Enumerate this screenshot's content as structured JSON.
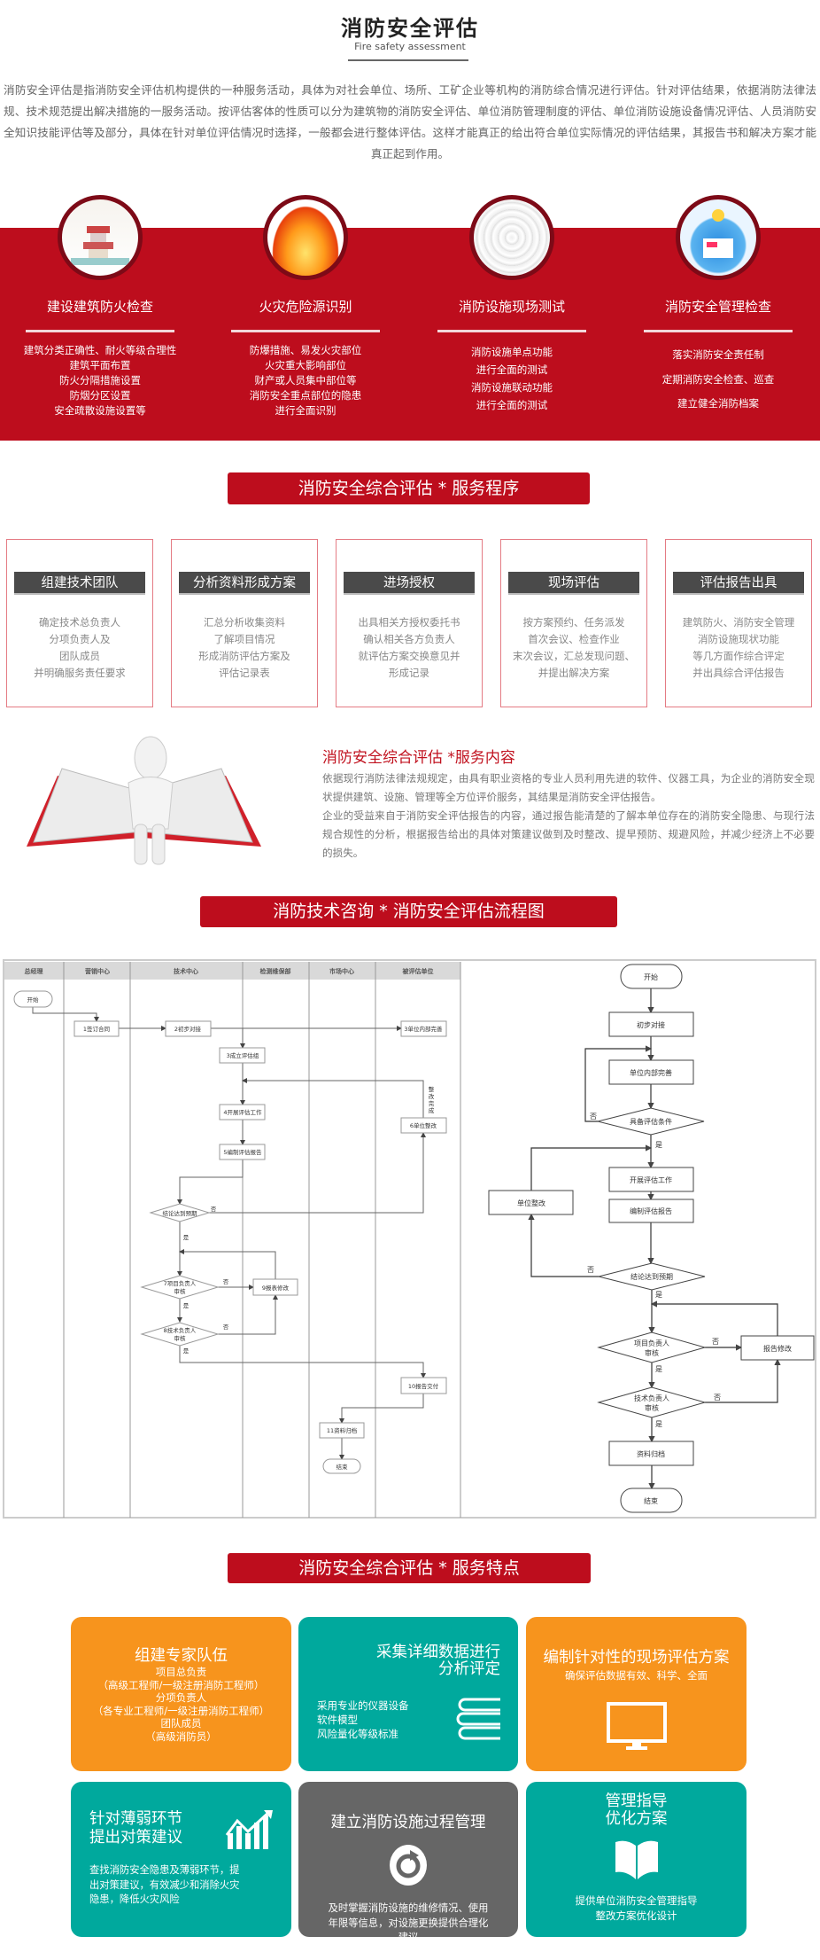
{
  "header": {
    "title": "消防安全评估",
    "subtitle": "Fire safety assessment",
    "intro": "消防安全评估是指消防安全评估机构提供的一种服务活动，具体为对社会单位、场所、工矿企业等机构的消防综合情况进行评估。针对评估结果，依据消防法律法规、技术规范提出解决措施的一服务活动。按评估客体的性质可以分为建筑物的消防安全评估、单位消防管理制度的评估、单位消防设施设备情况评估、人员消防安全知识技能评估等及部分，具体在针对单位评估情况时选择，一般都会进行整体评估。这样才能真正的给出符合单位实际情况的评估结果，其报告书和解决方案才能真正起到作用。"
  },
  "inspection": [
    {
      "title": "建设建筑防火检查",
      "items": [
        "建筑分类正确性、耐火等级合理性",
        "建筑平面布置",
        "防火分隔措施设置",
        "防烟分区设置",
        "安全疏散设施设置等"
      ]
    },
    {
      "title": "火灾危险源识别",
      "items": [
        "防爆措施、易发火灾部位",
        "火灾重大影响部位",
        "财产或人员集中部位等",
        "消防安全重点部位的隐患",
        "进行全面识别"
      ]
    },
    {
      "title": "消防设施现场测试",
      "items": [
        "消防设施单点功能",
        "进行全面的测试",
        "消防设施联动功能",
        "进行全面的测试"
      ]
    },
    {
      "title": "消防安全管理检查",
      "items": [
        "落实消防安全责任制",
        "定期消防安全检查、巡查",
        "建立健全消防档案"
      ]
    }
  ],
  "process": {
    "banner": "消防安全综合评估 * 服务程序",
    "steps": [
      {
        "title": "组建技术团队",
        "lines": [
          "确定技术总负责人",
          "分项负责人及",
          "团队成员",
          "并明确服务责任要求"
        ]
      },
      {
        "title": "分析资料形成方案",
        "lines": [
          "汇总分析收集资料",
          "了解项目情况",
          "形成消防评估方案及",
          "评估记录表"
        ]
      },
      {
        "title": "进场授权",
        "lines": [
          "出具相关方授权委托书",
          "确认相关各方负责人",
          "就评估方案交换意见并",
          "形成记录"
        ]
      },
      {
        "title": "现场评估",
        "lines": [
          "按方案预约、任务派发",
          "首次会议、检查作业",
          "末次会议，汇总发现问题、",
          "并提出解决方案"
        ]
      },
      {
        "title": "评估报告出具",
        "lines": [
          "建筑防火、消防安全管理",
          "消防设施现状功能",
          "等几方面作综合评定",
          "并出具综合评估报告"
        ]
      }
    ]
  },
  "content": {
    "heading": "消防安全综合评估 *服务内容",
    "paragraphs": [
      "依据现行消防法律法规规定，由具有职业资格的专业人员利用先进的软件、仪器工具，为企业的消防安全现状提供建筑、设施、管理等全方位评价服务，其结果是消防安全评估报告。",
      "企业的受益来自于消防安全评估报告的内容，通过报告能清楚的了解本单位存在的消防安全隐患、与现行法规合规性的分析，根据报告给出的具体对策建议做到及时整改、提早预防、规避风险，并减少经济上不必要的损失。"
    ]
  },
  "flow": {
    "banner": "消防技术咨询 * 消防安全评估流程图",
    "lanes": [
      "总经理",
      "营销中心",
      "技术中心",
      "检测维保部",
      "市场中心",
      "被评估单位"
    ],
    "swim": {
      "start": "开始",
      "n1": "1签订合同",
      "n2": "2初步对接",
      "n3a": "3单位内部完善",
      "n3b": "3成立评估组",
      "n4": "4开展评估工作",
      "n5": "5编制评估报告",
      "n6": "6单位整改",
      "done": [
        "整",
        "改",
        "完",
        "成"
      ],
      "d1": "结论达到预期",
      "d7": [
        "7项目负责人",
        "审核"
      ],
      "d8": [
        "8技术负责人",
        "审核"
      ],
      "n9": "9报表修改",
      "n10": "10报告交付",
      "n11": "11资料归档",
      "end": "结束",
      "yes": "是",
      "no": "否"
    },
    "simple": {
      "start": "开始",
      "s1": "初步对接",
      "s2": "单位内部完善",
      "d1": "具备评估条件",
      "s3": "开展评估工作",
      "s4": "编制评估报告",
      "fix": "单位整改",
      "d2": "结论达到预期",
      "d3": [
        "项目负责人",
        "审核"
      ],
      "d4": [
        "技术负责人",
        "审核"
      ],
      "rev": "报告修改",
      "s5": "资料归档",
      "end": "结束",
      "yes": "是",
      "no": "否"
    }
  },
  "features": {
    "banner": "消防安全综合评估 * 服务特点",
    "cards": [
      {
        "title": "组建专家队伍",
        "lines": [
          "项目总负责",
          "（高级工程师/一级注册消防工程师）",
          "分项负责人",
          "（各专业工程师/一级注册消防工程师）",
          "团队成员",
          "（高级消防员）"
        ]
      },
      {
        "title": [
          "采集详细数据进行",
          "分析评定"
        ],
        "lines": [
          "采用专业的仪器设备",
          "软件模型",
          "风险量化等级标准"
        ]
      },
      {
        "title": "编制针对性的现场评估方案",
        "lines": [
          "确保评估数据有效、科学、全面"
        ]
      },
      {
        "title": [
          "针对薄弱环节",
          "提出对策建议"
        ],
        "lines": [
          "查找消防安全隐患及薄弱环节，提出对策建议，有效减少和消除火灾隐患，降低火灾风险"
        ]
      },
      {
        "title": "建立消防设施过程管理",
        "lines": [
          "及时掌握消防设施的维修情况、使用年限等信息，对设施更换提供合理化建议"
        ]
      },
      {
        "title": [
          "管理指导",
          "优化方案"
        ],
        "lines": [
          "提供单位消防安全管理指导",
          "整改方案优化设计"
        ]
      }
    ]
  },
  "colors": {
    "red": "#bd0d1d",
    "orange": "#f7941d",
    "teal": "#00a99d",
    "gray": "#666666"
  }
}
